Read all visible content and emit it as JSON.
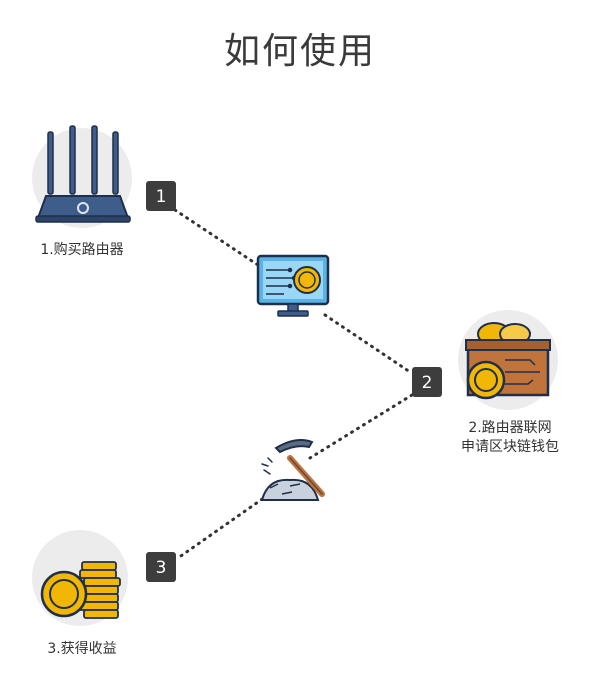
{
  "title": "如何使用",
  "steps": [
    {
      "number": "1",
      "label": "1.购买路由器"
    },
    {
      "number": "2",
      "label_line1": "2.路由器联网",
      "label_line2": "申请区块链钱包"
    },
    {
      "number": "3",
      "label": "3.获得收益"
    }
  ],
  "icons": [
    "router-icon",
    "monitor-coin-icon",
    "treasure-chest-icon",
    "pickaxe-mining-icon",
    "coin-stack-icon"
  ],
  "colors": {
    "badge": "#3d3d3d",
    "circle_bg": "#ececec",
    "router_body": "#3f5d8a",
    "coin_gold": "#f2b705",
    "chest_brown": "#c0733a",
    "dotted_line": "#333333"
  }
}
